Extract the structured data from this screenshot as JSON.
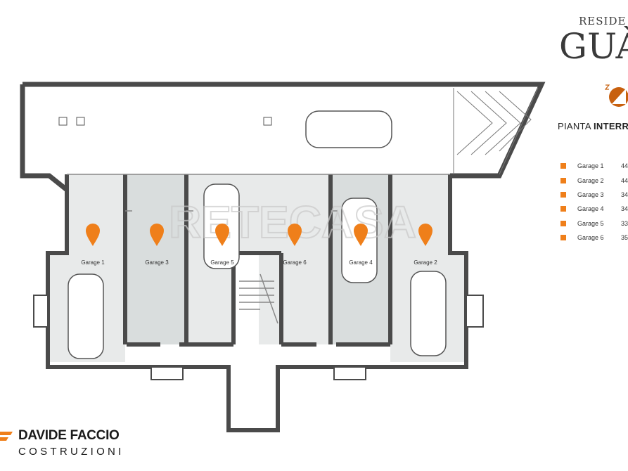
{
  "brand": {
    "line1": "RESIDE",
    "line2": "GUÀ"
  },
  "plan_title": {
    "prefix": "PIANTA ",
    "bold": "INTERRA"
  },
  "legend": [
    {
      "label": "Garage 1",
      "value": "44"
    },
    {
      "label": "Garage 2",
      "value": "44"
    },
    {
      "label": "Garage 3",
      "value": "34"
    },
    {
      "label": "Garage 4",
      "value": "34"
    },
    {
      "label": "Garage 5",
      "value": "33"
    },
    {
      "label": "Garage 6",
      "value": "35"
    }
  ],
  "garages": [
    "Garage 1",
    "Garage 3",
    "Garage 5",
    "Garage 6",
    "Garage 4",
    "Garage 2"
  ],
  "watermark": "RETECASA",
  "footer": {
    "name": "DAVIDE FACCIO",
    "sub": "COSTRUZIONI"
  },
  "colors": {
    "accent": "#ef7f1a",
    "wall": "#4a4a4a",
    "garage_light": "#e8eaea",
    "garage_dark": "#d9dddd"
  }
}
